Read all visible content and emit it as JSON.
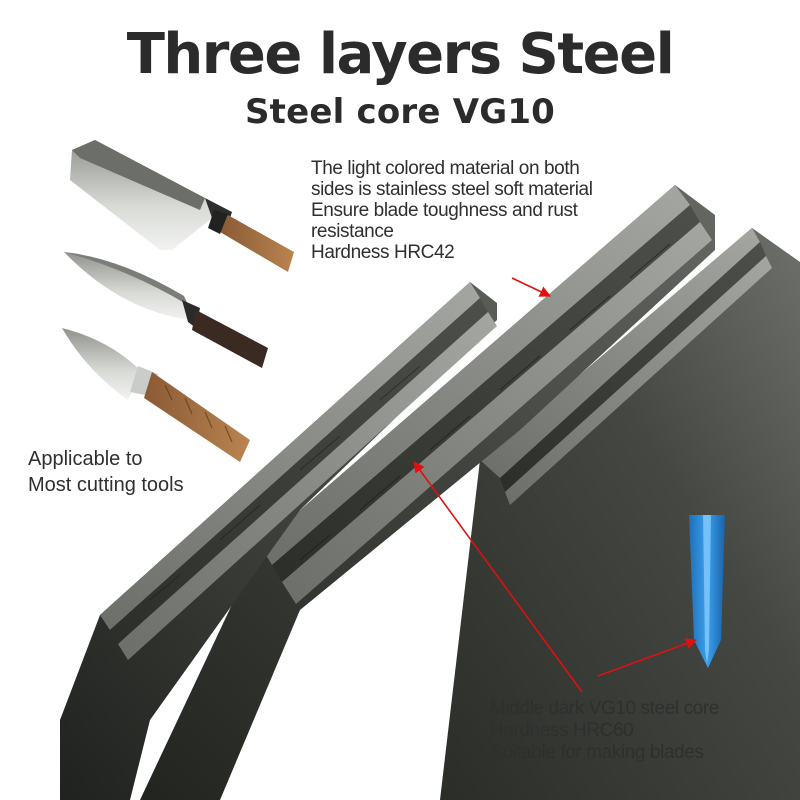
{
  "title": "Three layers Steel",
  "subtitle": "Steel core VG10",
  "outer_layer_note": {
    "lines": [
      "The light colored material on both",
      "sides is stainless steel soft material",
      "Ensure blade toughness and rust",
      "resistance",
      "Hardness HRC42"
    ]
  },
  "core_note": {
    "lines": [
      "Middle dark VG10 steel core",
      "Hardness HRC60",
      "Suitable for making blades"
    ]
  },
  "tools_note": {
    "lines": [
      "Applicable to",
      "Most cutting tools"
    ]
  },
  "colors": {
    "text": "#2b2b2b",
    "arrow": "#e01010",
    "steel_dark": "#3a3d38",
    "steel_light": "#8c8f8a",
    "blade_blue": "#2a8ed8"
  }
}
